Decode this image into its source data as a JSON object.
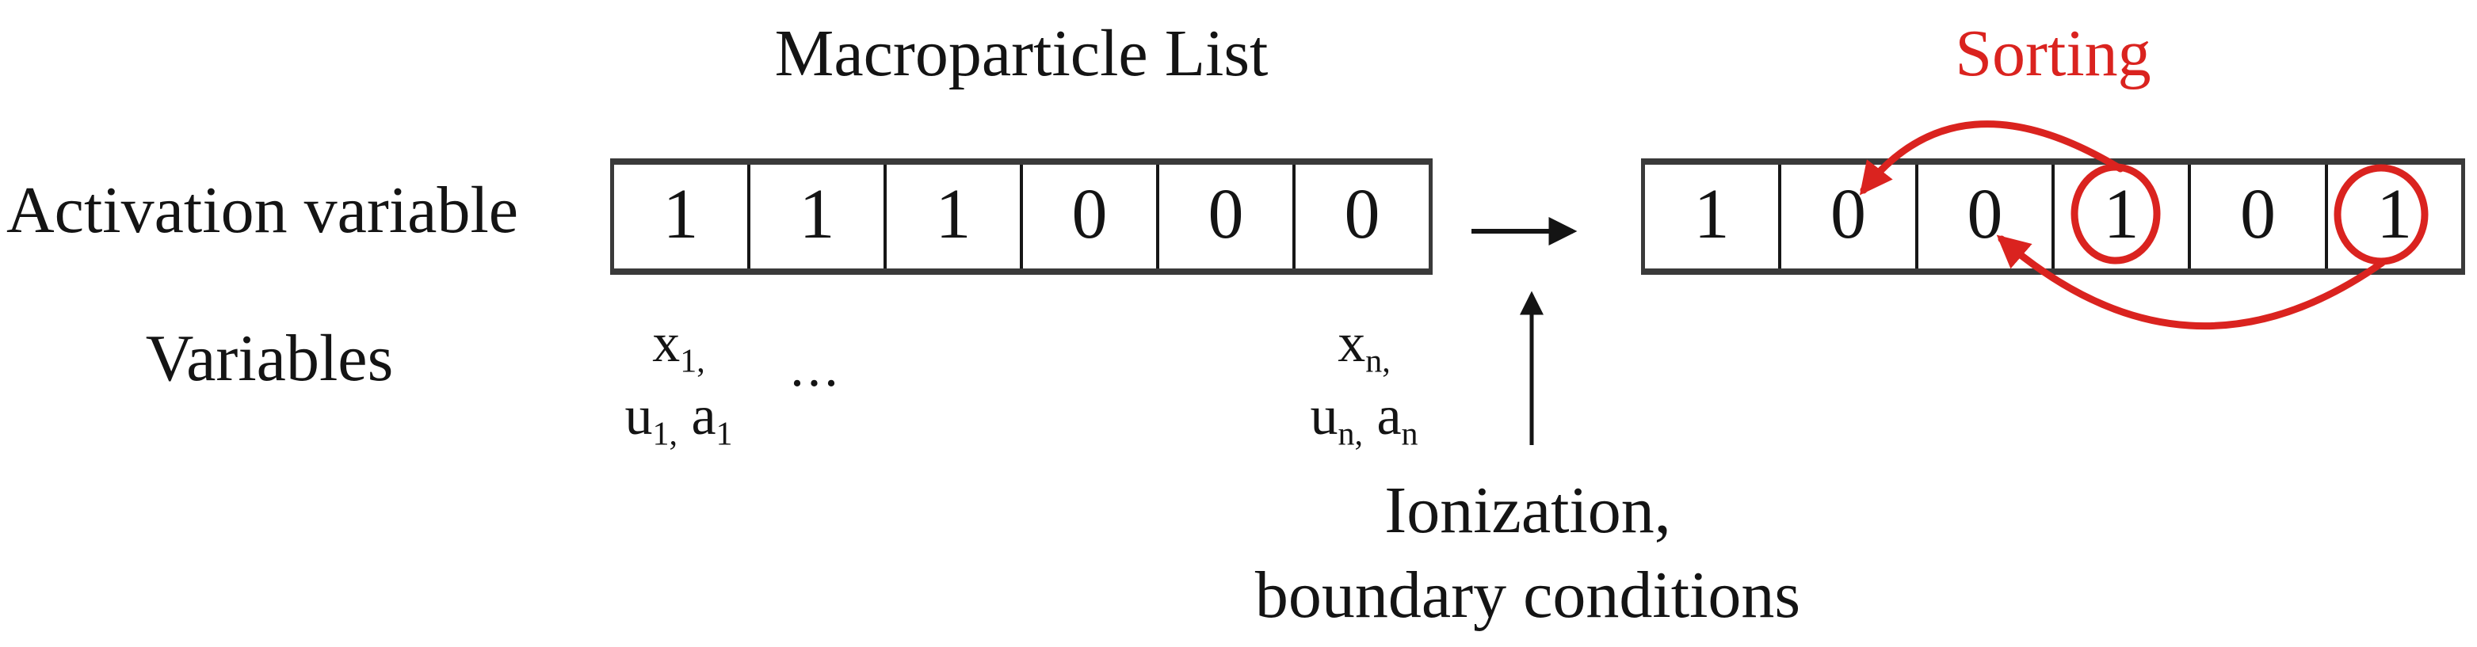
{
  "title": "Macroparticle List",
  "sorting": {
    "label": "Sorting"
  },
  "labels": {
    "activation": "Activation variable",
    "variables": "Variables"
  },
  "left_array": {
    "cells": [
      "1",
      "1",
      "1",
      "0",
      "0",
      "0"
    ]
  },
  "right_array": {
    "cells": [
      "1",
      "0",
      "0",
      "1",
      "0",
      "1"
    ],
    "circled_cells": [
      4,
      6
    ],
    "sort_moves": [
      {
        "from_cell": 4,
        "to_cell": 2
      },
      {
        "from_cell": 6,
        "to_cell": 3
      }
    ]
  },
  "variables_first": {
    "x": "x",
    "x_sub": "1,",
    "u": "u",
    "u_sub": "1,",
    "a": "a",
    "a_sub": "1"
  },
  "variables_ellipsis": "...",
  "variables_last": {
    "x": "x",
    "x_sub": "n,",
    "u": "u",
    "u_sub": "n,",
    "a": "a",
    "a_sub": "n"
  },
  "process": {
    "line1": "Ionization,",
    "line2": "boundary conditions"
  },
  "colors": {
    "annotation_red": "#da231f",
    "text_black": "#141414",
    "grid_outer": "#3a3a3a",
    "grid_inner": "#161616"
  }
}
